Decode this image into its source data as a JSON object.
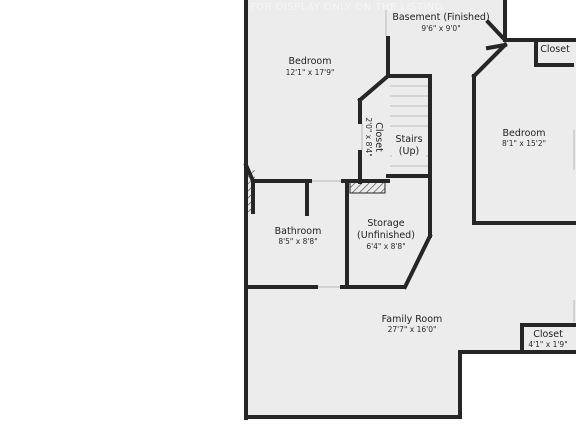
{
  "watermark": "FOR DISPLAY ONLY ON THE LISTING",
  "colors": {
    "floor": "#ececec",
    "wall": "#262626",
    "background": "#ffffff",
    "hatch": "#555555"
  },
  "rooms": {
    "basement": {
      "name": "Basement (Finished)",
      "dims": "9'6\" x 9'0\""
    },
    "bedroom_left": {
      "name": "Bedroom",
      "dims": "12'1\" x 17'9\""
    },
    "closet_vertical": {
      "name": "Closet",
      "dims": "2'0\" x 8'4\""
    },
    "stairs": {
      "name": "Stairs",
      "note": "(Up)"
    },
    "bedroom_right": {
      "name": "Bedroom",
      "dims": "8'1\" x 15'2\""
    },
    "closet_top_right": {
      "name": "Closet"
    },
    "bathroom": {
      "name": "Bathroom",
      "dims": "8'5\" x 8'8\""
    },
    "storage": {
      "name": "Storage",
      "note": "(Unfinished)",
      "dims": "6'4\" x 8'8\""
    },
    "family_room": {
      "name": "Family Room",
      "dims": "27'7\" x 16'0\""
    },
    "closet_bottom_right": {
      "name": "Closet",
      "dims": "4'1\" x 1'9\""
    }
  }
}
